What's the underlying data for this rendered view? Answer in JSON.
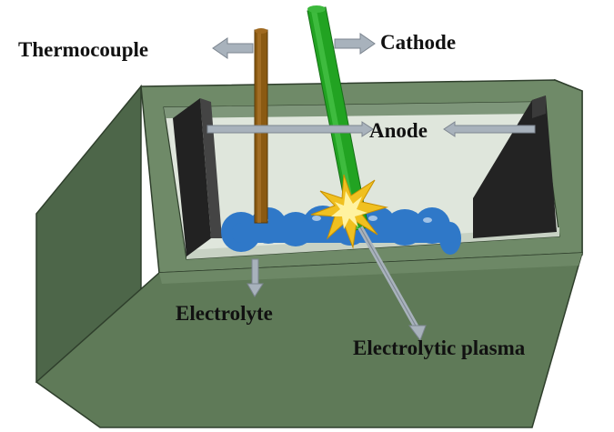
{
  "labels": {
    "thermocouple": "Thermocouple",
    "cathode": "Cathode",
    "anode": "Anode",
    "electrolyte": "Electrolyte",
    "electrolytic_plasma": "Electrolytic plasma"
  },
  "colors": {
    "box_front": "#5f7a58",
    "box_top": "#6f8a68",
    "box_side": "#4d6649",
    "electrode": "#222222",
    "thermocouple": "#8b5a12",
    "cathode": "#22a322",
    "electrolyte": "#2f78c8",
    "plasma": "#f0c020",
    "arrow": "#a8b2bc"
  }
}
